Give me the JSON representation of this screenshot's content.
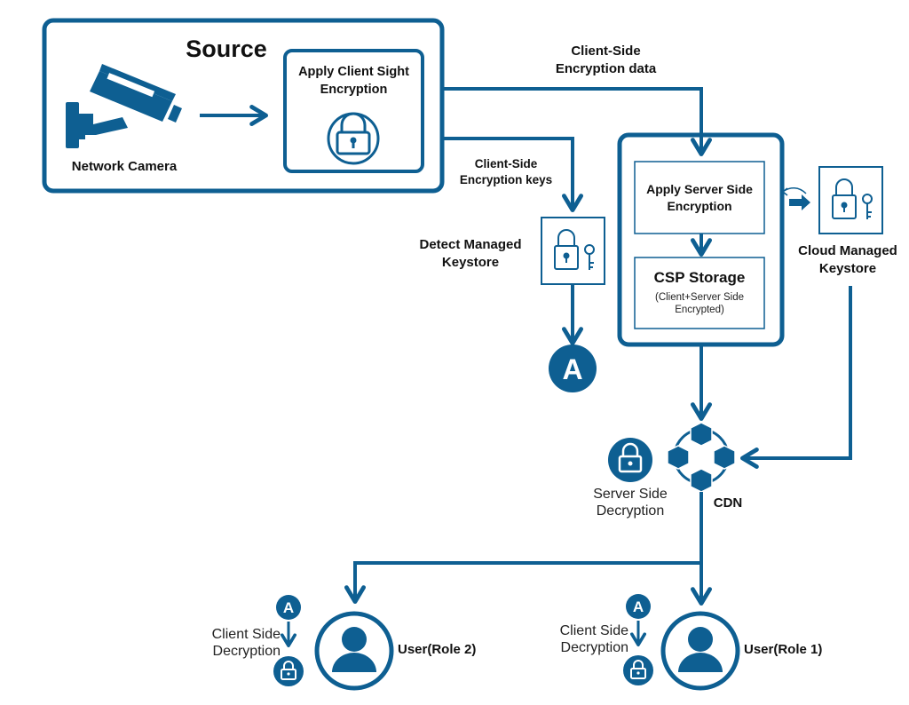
{
  "colors": {
    "primary": "#0e5f92",
    "text": "#111111",
    "background": "#ffffff"
  },
  "source": {
    "title": "Source",
    "camera_label": "Network Camera",
    "client_encryption_box": {
      "line1": "Apply Client Sight",
      "line2": "Encryption",
      "icon": "padlock-icon"
    }
  },
  "flows": {
    "client_side_data": {
      "line1": "Client-Side",
      "line2": "Encryption data"
    },
    "client_side_keys": {
      "line1": "Client-Side",
      "line2": "Encryption keys"
    }
  },
  "detect_keystore": {
    "line1": "Detect Managed",
    "line2": "Keystore",
    "connector": "A",
    "icon": "padlock-key-icon"
  },
  "server": {
    "encryption_box": {
      "line1": "Apply Server Side",
      "line2": "Encryption"
    },
    "storage": {
      "title": "CSP Storage",
      "sub1": "(Client+Server Side",
      "sub2": "Encrypted)"
    }
  },
  "cloud_keystore": {
    "line1": "Cloud Managed",
    "line2": "Keystore",
    "icon": "padlock-key-icon"
  },
  "cdn": {
    "label": "CDN",
    "decryption_line1": "Server Side",
    "decryption_line2": "Decryption",
    "icon": "network-cubes-icon"
  },
  "users": [
    {
      "label": "User(Role 2)",
      "decryption_line1": "Client Side",
      "decryption_line2": "Decryption",
      "connector": "A"
    },
    {
      "label": "User(Role 1)",
      "decryption_line1": "Client Side",
      "decryption_line2": "Decryption",
      "connector": "A"
    }
  ]
}
